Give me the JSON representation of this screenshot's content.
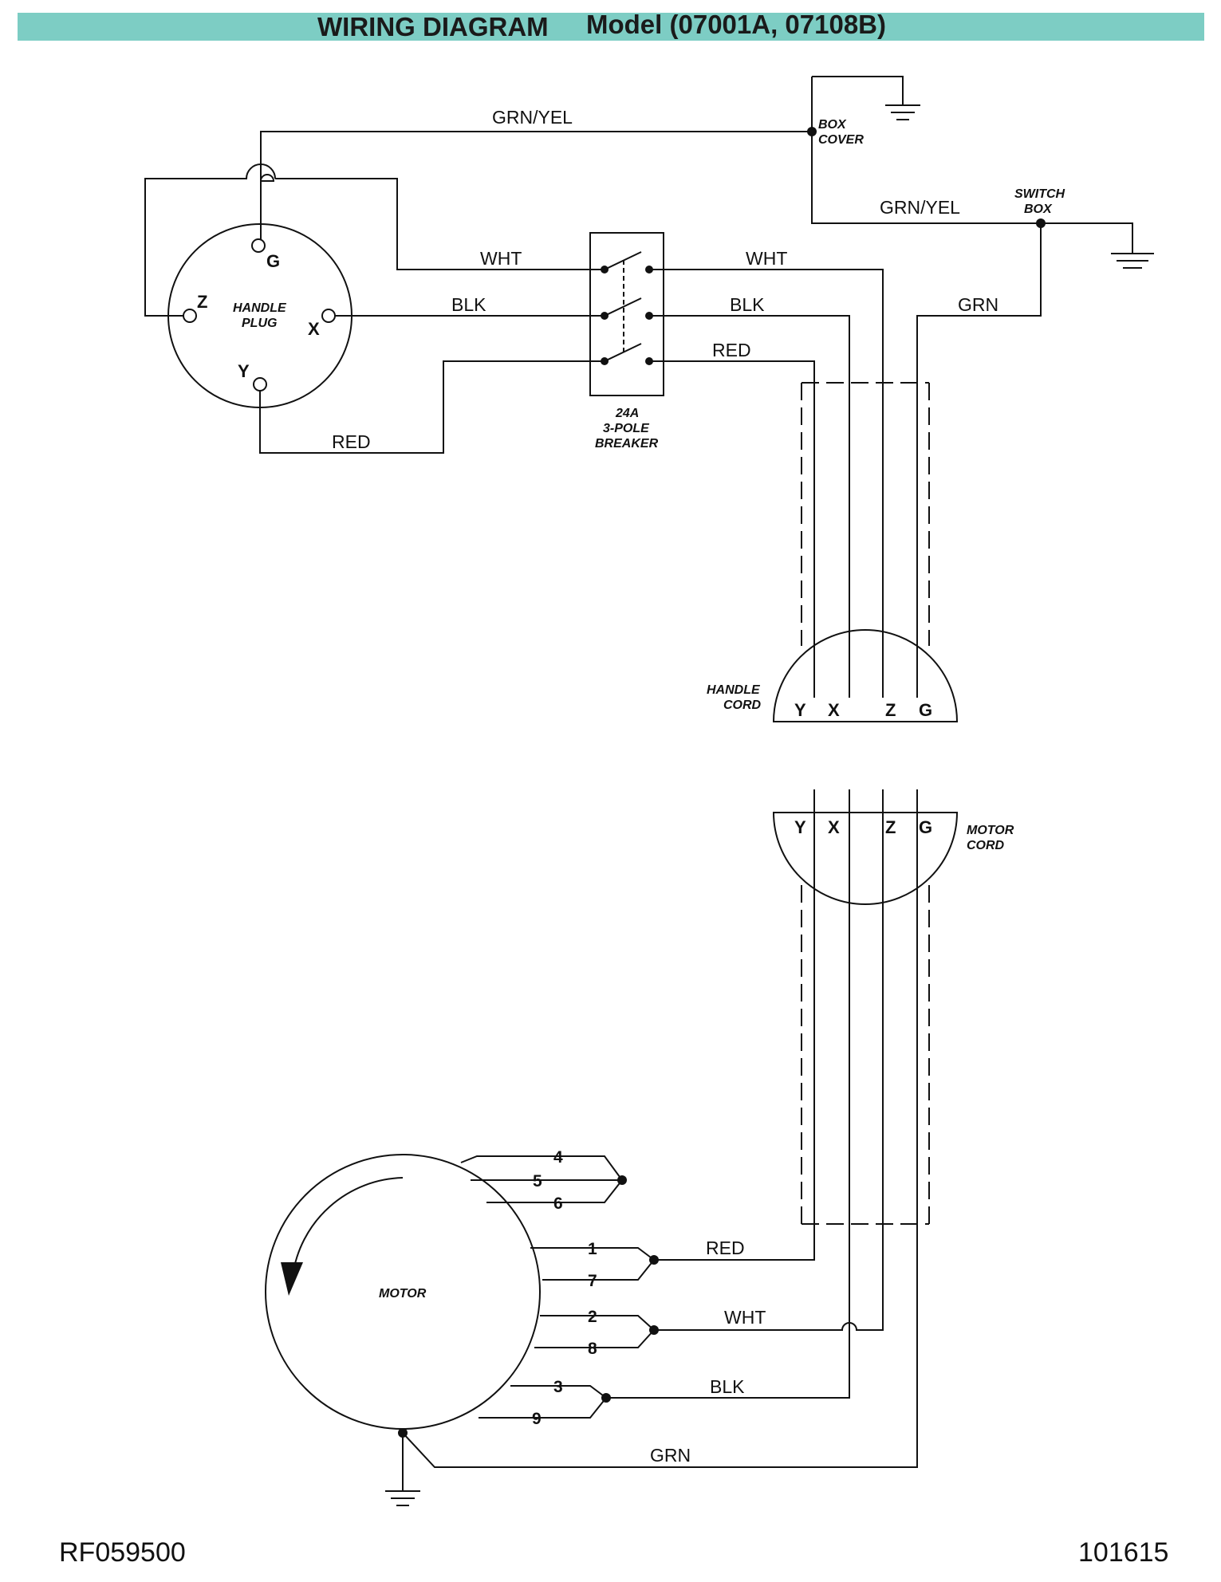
{
  "header": {
    "title": "WIRING DIAGRAM",
    "model": "Model (07001A, 07108B)",
    "band_color": "#7dcdc4"
  },
  "wires": {
    "top_ground": "GRN/YEL",
    "switch_ground": "GRN/YEL",
    "wht_in": "WHT",
    "blk_in": "BLK",
    "red_in": "RED",
    "wht_out": "WHT",
    "blk_out": "BLK",
    "red_out": "RED",
    "grn_out": "GRN",
    "motor_red": "RED",
    "motor_wht": "WHT",
    "motor_blk": "BLK",
    "motor_grn": "GRN"
  },
  "components": {
    "box_cover": [
      "BOX",
      "COVER"
    ],
    "switch_box": [
      "SWITCH",
      "BOX"
    ],
    "handle_plug": [
      "HANDLE",
      "PLUG"
    ],
    "breaker": [
      "24A",
      "3-POLE",
      "BREAKER"
    ],
    "handle_cord": [
      "HANDLE",
      "CORD"
    ],
    "motor_cord": [
      "MOTOR",
      "CORD"
    ],
    "motor": "MOTOR"
  },
  "plug_pins": {
    "g": "G",
    "z": "Z",
    "x": "X",
    "y": "Y"
  },
  "cord_pins": [
    "Y",
    "X",
    "Z",
    "G"
  ],
  "motor_terminals": [
    "4",
    "5",
    "6",
    "1",
    "7",
    "2",
    "8",
    "3",
    "9"
  ],
  "footer": {
    "left": "RF059500",
    "right": "101615"
  }
}
